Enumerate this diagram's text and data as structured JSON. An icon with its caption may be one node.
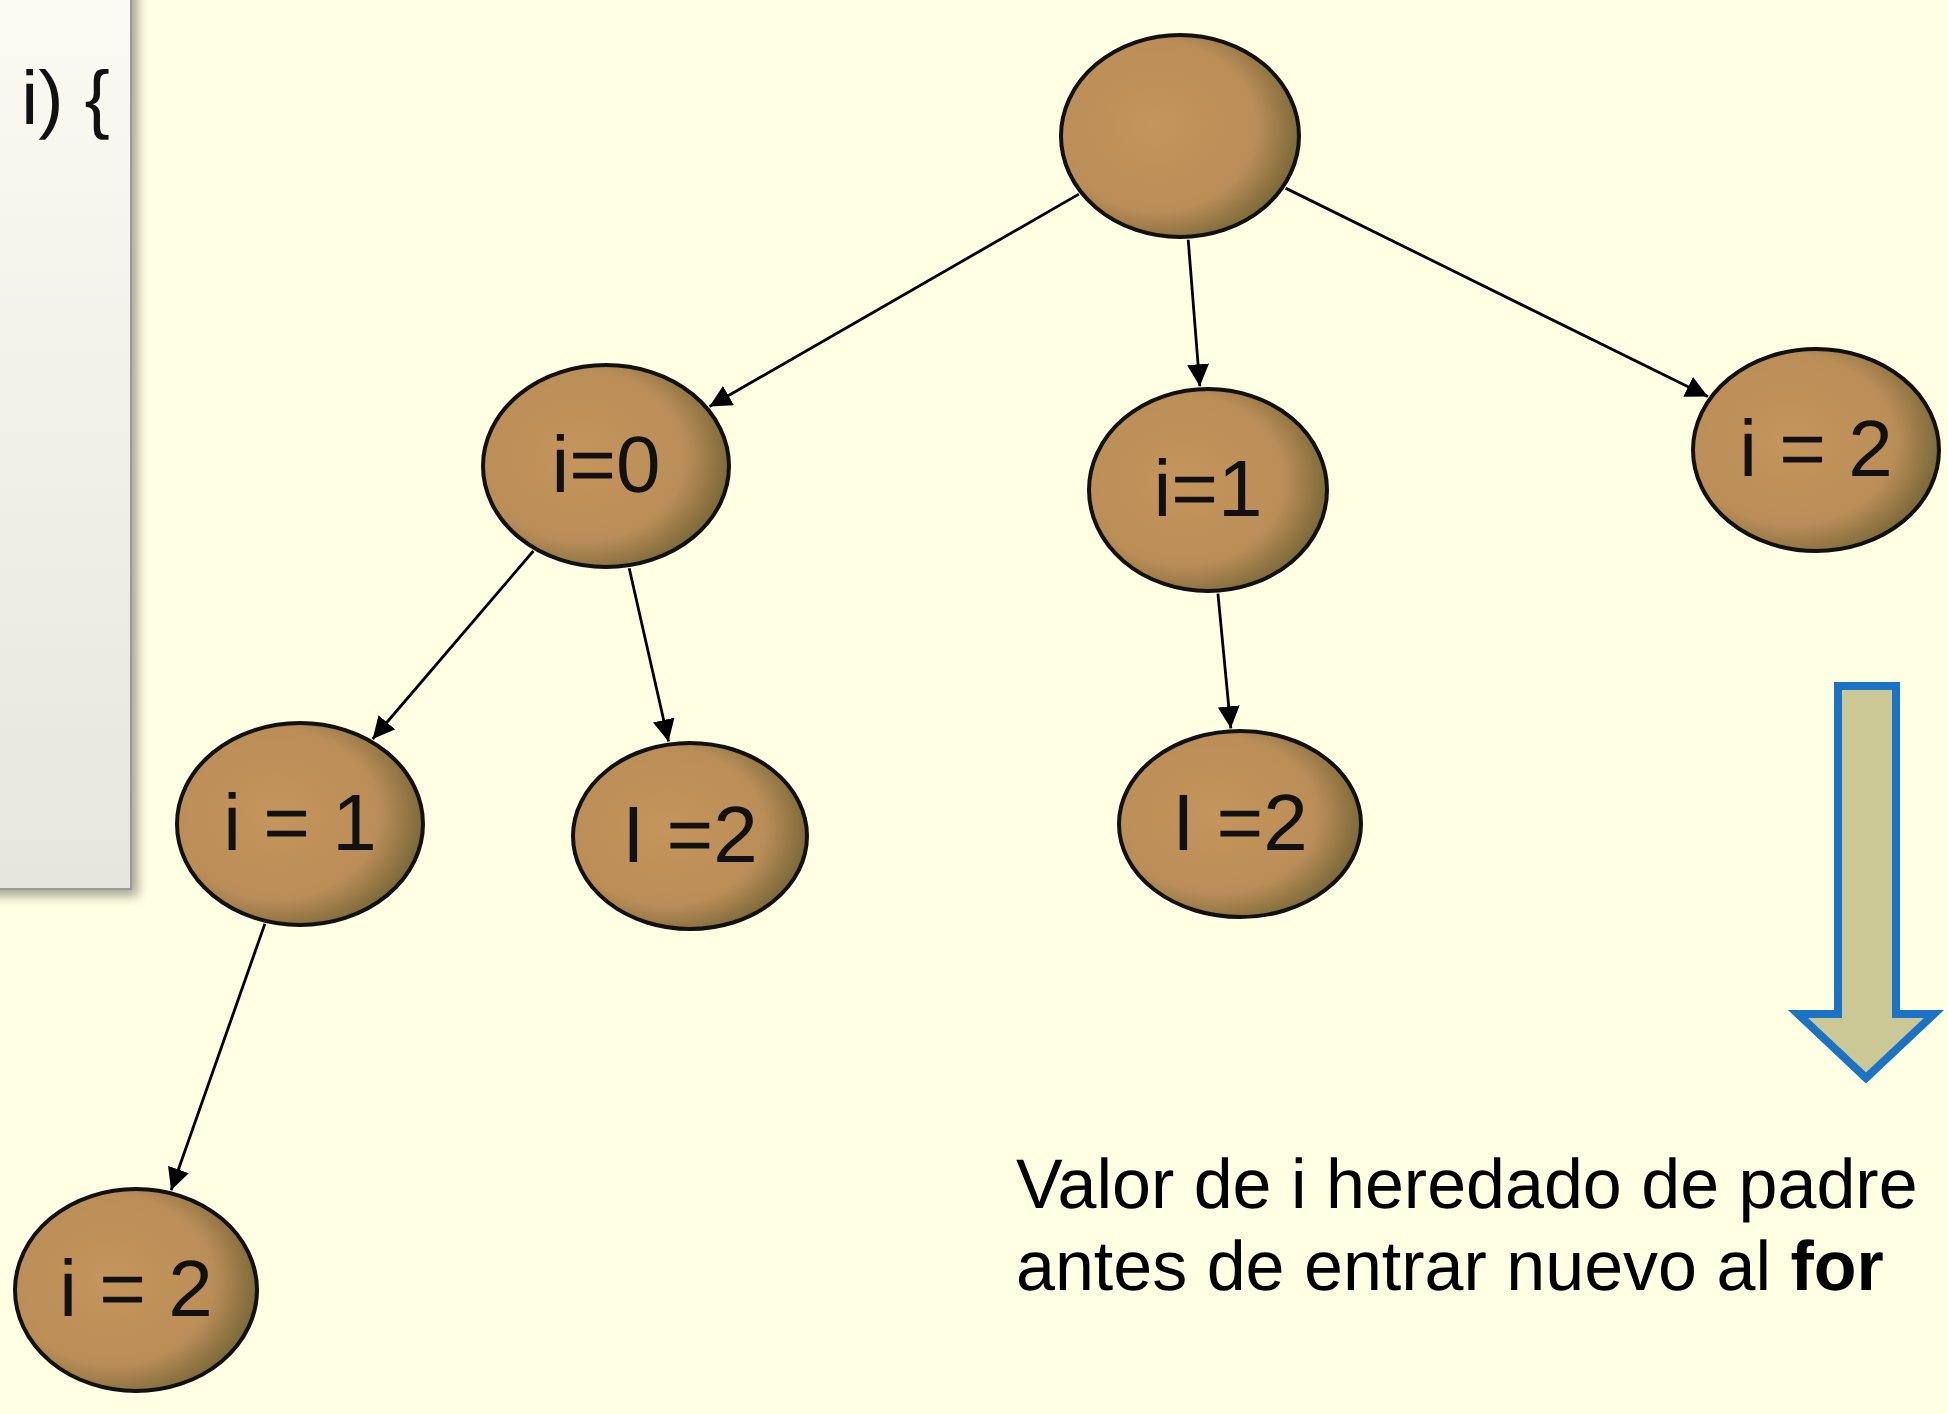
{
  "diagram": {
    "nodes": [
      {
        "text": [
          "i) {"
        ]
      },
      {
        "text": [],
        "shape": "circle"
      },
      {
        "text": [
          "i=0"
        ]
      },
      {
        "text": [
          "i=1"
        ]
      },
      {
        "text": [
          "i = 2"
        ]
      },
      {
        "text": [
          "i = 1"
        ]
      },
      {
        "text": [
          "I =2"
        ]
      },
      {
        "text": [
          "I =2"
        ]
      },
      {
        "text": [
          "i = 2"
        ]
      }
    ],
    "edges": [
      {
        "from": 1,
        "to": 2,
        "arrow": "to"
      },
      {
        "from": 1,
        "to": 3,
        "arrow": "to"
      },
      {
        "from": 1,
        "to": 4,
        "arrow": "to"
      },
      {
        "from": 2,
        "to": 5,
        "arrow": "to"
      },
      {
        "from": 2,
        "to": 6,
        "arrow": "to"
      },
      {
        "from": 3,
        "to": 7,
        "arrow": "to"
      },
      {
        "from": 5,
        "to": 8,
        "arrow": "to"
      }
    ],
    "labels": [
      "Valor de i heredado de padre  antes de entrar nuevo al **for**"
    ]
  }
}
